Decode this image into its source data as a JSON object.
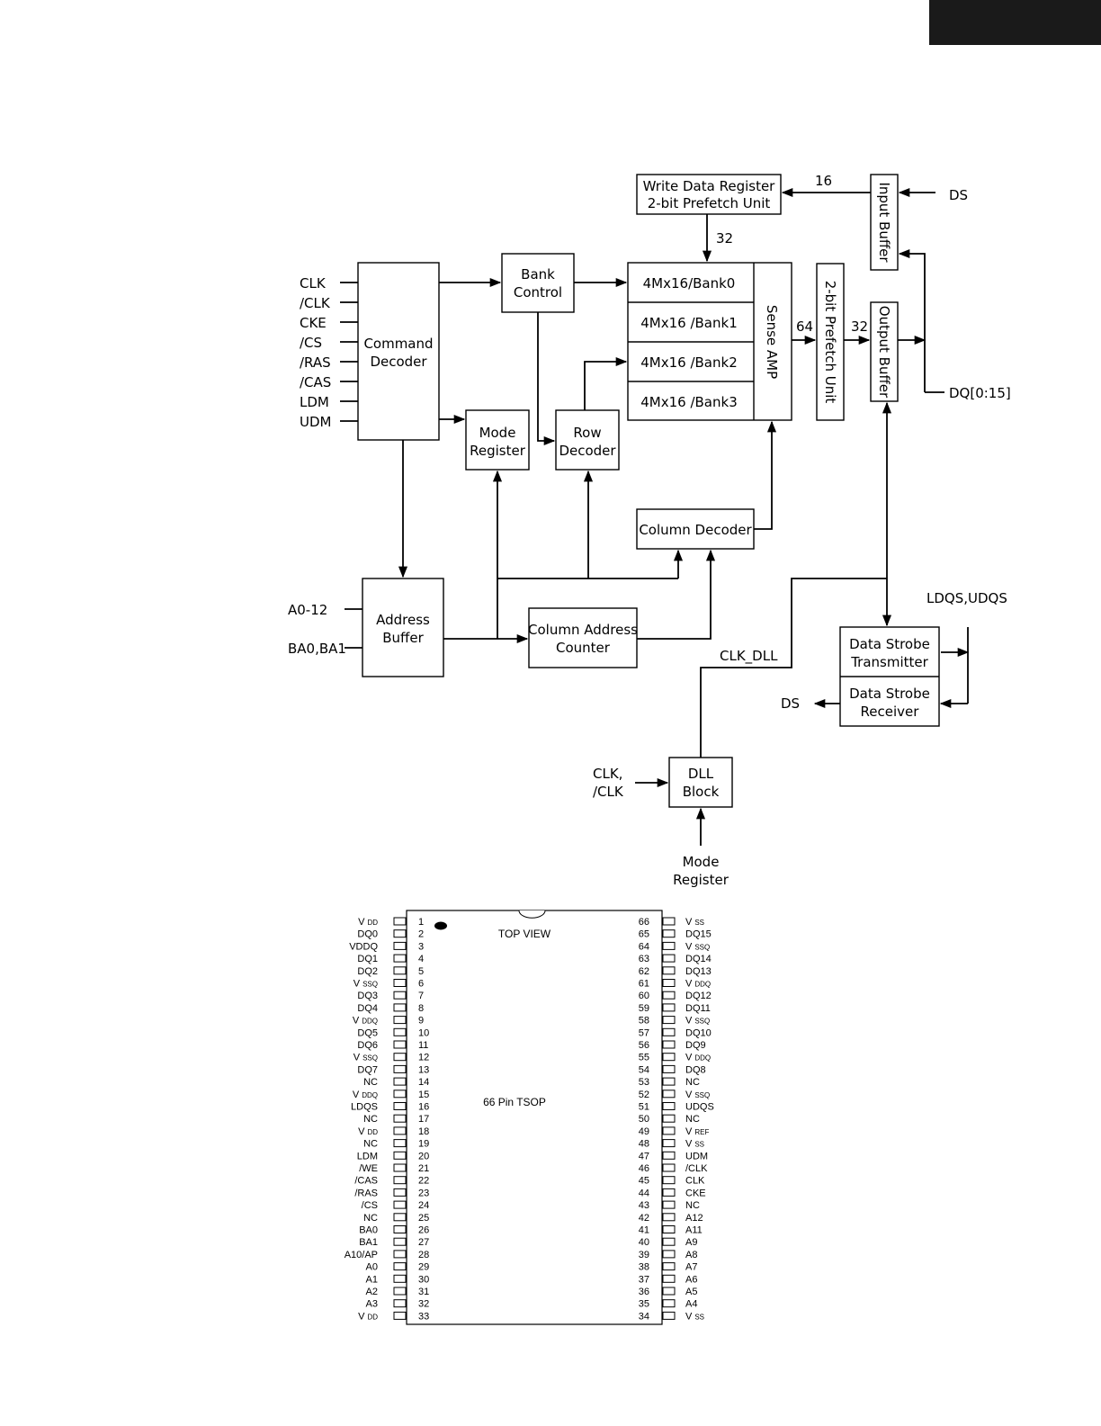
{
  "block_diagram": {
    "write_data_register": [
      "Write Data Register",
      "2-bit Prefetch Unit"
    ],
    "input_buffer": "Input Buffer",
    "output_buffer": "Output Buffer",
    "prefetch_unit": "2-bit Prefetch Unit",
    "bank_control": [
      "Bank",
      "Control"
    ],
    "command_decoder": [
      "Command",
      "Decoder"
    ],
    "mode_register": [
      "Mode",
      "Register"
    ],
    "row_decoder": [
      "Row",
      "Decoder"
    ],
    "banks": [
      "4Mx16/Bank0",
      "4Mx16 /Bank1",
      "4Mx16 /Bank2",
      "4Mx16 /Bank3"
    ],
    "sense_amp": "Sense AMP",
    "column_decoder": "Column Decoder",
    "address_buffer": [
      "Address",
      "Buffer"
    ],
    "column_address_counter": [
      "Column Address",
      "Counter"
    ],
    "data_strobe_transmitter": [
      "Data Strobe",
      "Transmitter"
    ],
    "data_strobe_receiver": [
      "Data Strobe",
      "Receiver"
    ],
    "dll_block": [
      "DLL",
      "Block"
    ],
    "command_inputs": [
      "CLK",
      "/CLK",
      "CKE",
      "/CS",
      "/RAS",
      "/CAS",
      "LDM",
      "UDM"
    ],
    "address_inputs": [
      "A0-12",
      "BA0,BA1"
    ],
    "labels": {
      "bus_16": "16",
      "bus_32_top": "32",
      "bus_64": "64",
      "bus_32_right": "32",
      "ds_in": "DS",
      "dq": "DQ[0:15]",
      "ldqs_udqs": "LDQS,UDQS",
      "clk_dll": "CLK_DLL",
      "ds_out": "DS",
      "dll_clk_in": [
        "CLK,",
        "/CLK"
      ],
      "dll_mode_in": [
        "Mode",
        "Register"
      ]
    }
  },
  "pinout": {
    "top_view": "TOP VIEW",
    "package": "66 Pin TSOP",
    "left_pins": [
      {
        "num": "1",
        "name": "V",
        "sub": "DD"
      },
      {
        "num": "2",
        "name": "DQ0",
        "sub": ""
      },
      {
        "num": "3",
        "name": "VDDQ",
        "sub": ""
      },
      {
        "num": "4",
        "name": "DQ1",
        "sub": ""
      },
      {
        "num": "5",
        "name": "DQ2",
        "sub": ""
      },
      {
        "num": "6",
        "name": "V",
        "sub": "SSQ"
      },
      {
        "num": "7",
        "name": "DQ3",
        "sub": ""
      },
      {
        "num": "8",
        "name": "DQ4",
        "sub": ""
      },
      {
        "num": "9",
        "name": "V",
        "sub": "DDQ"
      },
      {
        "num": "10",
        "name": "DQ5",
        "sub": ""
      },
      {
        "num": "11",
        "name": "DQ6",
        "sub": ""
      },
      {
        "num": "12",
        "name": "V",
        "sub": "SSQ"
      },
      {
        "num": "13",
        "name": "DQ7",
        "sub": ""
      },
      {
        "num": "14",
        "name": "NC",
        "sub": ""
      },
      {
        "num": "15",
        "name": "V",
        "sub": "DDQ"
      },
      {
        "num": "16",
        "name": "LDQS",
        "sub": ""
      },
      {
        "num": "17",
        "name": "NC",
        "sub": ""
      },
      {
        "num": "18",
        "name": "V",
        "sub": "DD"
      },
      {
        "num": "19",
        "name": "NC",
        "sub": ""
      },
      {
        "num": "20",
        "name": "LDM",
        "sub": ""
      },
      {
        "num": "21",
        "name": "/WE",
        "sub": ""
      },
      {
        "num": "22",
        "name": "/CAS",
        "sub": ""
      },
      {
        "num": "23",
        "name": "/RAS",
        "sub": ""
      },
      {
        "num": "24",
        "name": "/CS",
        "sub": ""
      },
      {
        "num": "25",
        "name": "NC",
        "sub": ""
      },
      {
        "num": "26",
        "name": "BA0",
        "sub": ""
      },
      {
        "num": "27",
        "name": "BA1",
        "sub": ""
      },
      {
        "num": "28",
        "name": "A10/AP",
        "sub": ""
      },
      {
        "num": "29",
        "name": "A0",
        "sub": ""
      },
      {
        "num": "30",
        "name": "A1",
        "sub": ""
      },
      {
        "num": "31",
        "name": "A2",
        "sub": ""
      },
      {
        "num": "32",
        "name": "A3",
        "sub": ""
      },
      {
        "num": "33",
        "name": "V",
        "sub": "DD"
      }
    ],
    "right_pins": [
      {
        "num": "66",
        "name": "V",
        "sub": "SS"
      },
      {
        "num": "65",
        "name": "DQ15",
        "sub": ""
      },
      {
        "num": "64",
        "name": "V",
        "sub": "SSQ"
      },
      {
        "num": "63",
        "name": "DQ14",
        "sub": ""
      },
      {
        "num": "62",
        "name": "DQ13",
        "sub": ""
      },
      {
        "num": "61",
        "name": "V",
        "sub": "DDQ"
      },
      {
        "num": "60",
        "name": "DQ12",
        "sub": ""
      },
      {
        "num": "59",
        "name": "DQ11",
        "sub": ""
      },
      {
        "num": "58",
        "name": "V",
        "sub": "SSQ"
      },
      {
        "num": "57",
        "name": "DQ10",
        "sub": ""
      },
      {
        "num": "56",
        "name": "DQ9",
        "sub": ""
      },
      {
        "num": "55",
        "name": "V",
        "sub": "DDQ"
      },
      {
        "num": "54",
        "name": "DQ8",
        "sub": ""
      },
      {
        "num": "53",
        "name": "NC",
        "sub": ""
      },
      {
        "num": "52",
        "name": "V",
        "sub": "SSQ"
      },
      {
        "num": "51",
        "name": "UDQS",
        "sub": ""
      },
      {
        "num": "50",
        "name": "NC",
        "sub": ""
      },
      {
        "num": "49",
        "name": "V",
        "sub": "REF"
      },
      {
        "num": "48",
        "name": "V",
        "sub": "SS"
      },
      {
        "num": "47",
        "name": "UDM",
        "sub": ""
      },
      {
        "num": "46",
        "name": "/CLK",
        "sub": ""
      },
      {
        "num": "45",
        "name": "CLK",
        "sub": ""
      },
      {
        "num": "44",
        "name": "CKE",
        "sub": ""
      },
      {
        "num": "43",
        "name": "NC",
        "sub": ""
      },
      {
        "num": "42",
        "name": "A12",
        "sub": ""
      },
      {
        "num": "41",
        "name": "A11",
        "sub": ""
      },
      {
        "num": "40",
        "name": "A9",
        "sub": ""
      },
      {
        "num": "39",
        "name": "A8",
        "sub": ""
      },
      {
        "num": "38",
        "name": "A7",
        "sub": ""
      },
      {
        "num": "37",
        "name": "A6",
        "sub": ""
      },
      {
        "num": "36",
        "name": "A5",
        "sub": ""
      },
      {
        "num": "35",
        "name": "A4",
        "sub": ""
      },
      {
        "num": "34",
        "name": "V",
        "sub": "SS"
      }
    ]
  }
}
